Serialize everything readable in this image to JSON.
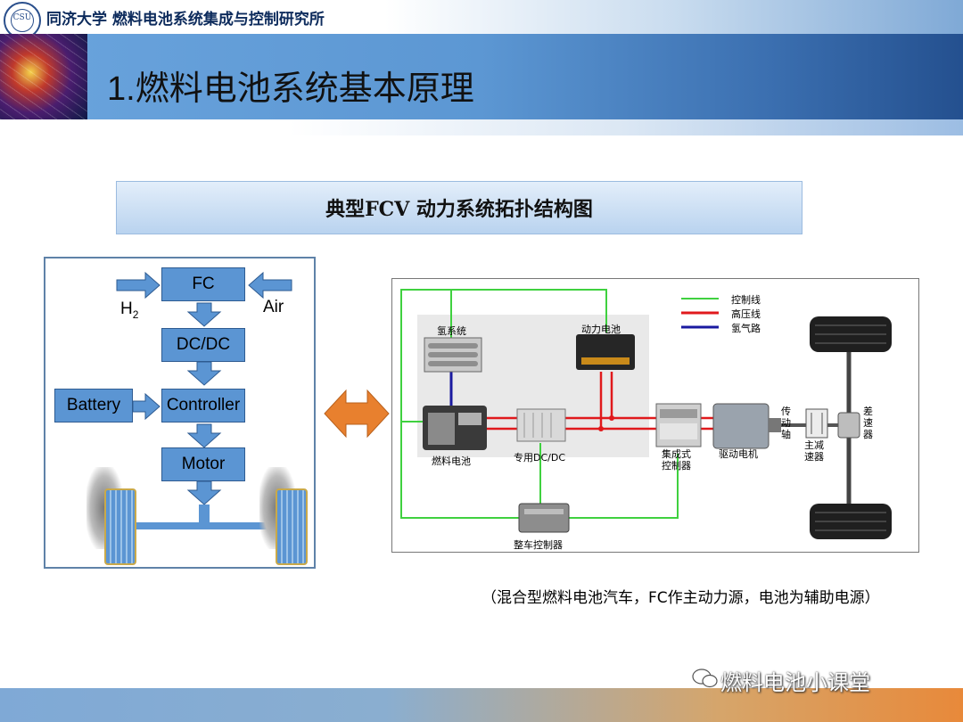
{
  "header": {
    "org_title": "同济大学 燃料电池系统集成与控制研究所",
    "logo_text": "CSU",
    "page_title": "1.燃料电池系统基本原理"
  },
  "subtitle": "典型FCV 动力系统拓扑结构图",
  "left_diagram": {
    "blocks": [
      "FC",
      "DC/DC",
      "Controller",
      "Motor",
      "Battery"
    ],
    "inputs": {
      "h2_main": "H",
      "h2_sub": "2",
      "air": "Air"
    }
  },
  "right_diagram": {
    "legend": [
      "控制线",
      "高压线",
      "氢气路"
    ],
    "components": {
      "hydrogen_system": "氢系统",
      "power_battery": "动力电池",
      "fuel_cell": "燃料电池",
      "dcdc": "专用DC/DC",
      "integrated_controller": "集成式\n控制器",
      "drive_motor": "驱动电机",
      "transmission_shaft": "传\n动\n轴",
      "main_reducer": "主减\n速器",
      "differential": "差\n速\n器",
      "vehicle_controller": "整车控制器"
    }
  },
  "caption": "（混合型燃料电池汽车，FC作主动力源，电池为辅助电源）",
  "watermark": "燃料电池小课堂",
  "colors": {
    "block": "#5b95d3",
    "arrow": "#5b95d3",
    "double_arrow": "#e8802e",
    "control_line": "#3fd13f",
    "hv_line": "#e0191c",
    "h2_line": "#1a1aa0"
  }
}
